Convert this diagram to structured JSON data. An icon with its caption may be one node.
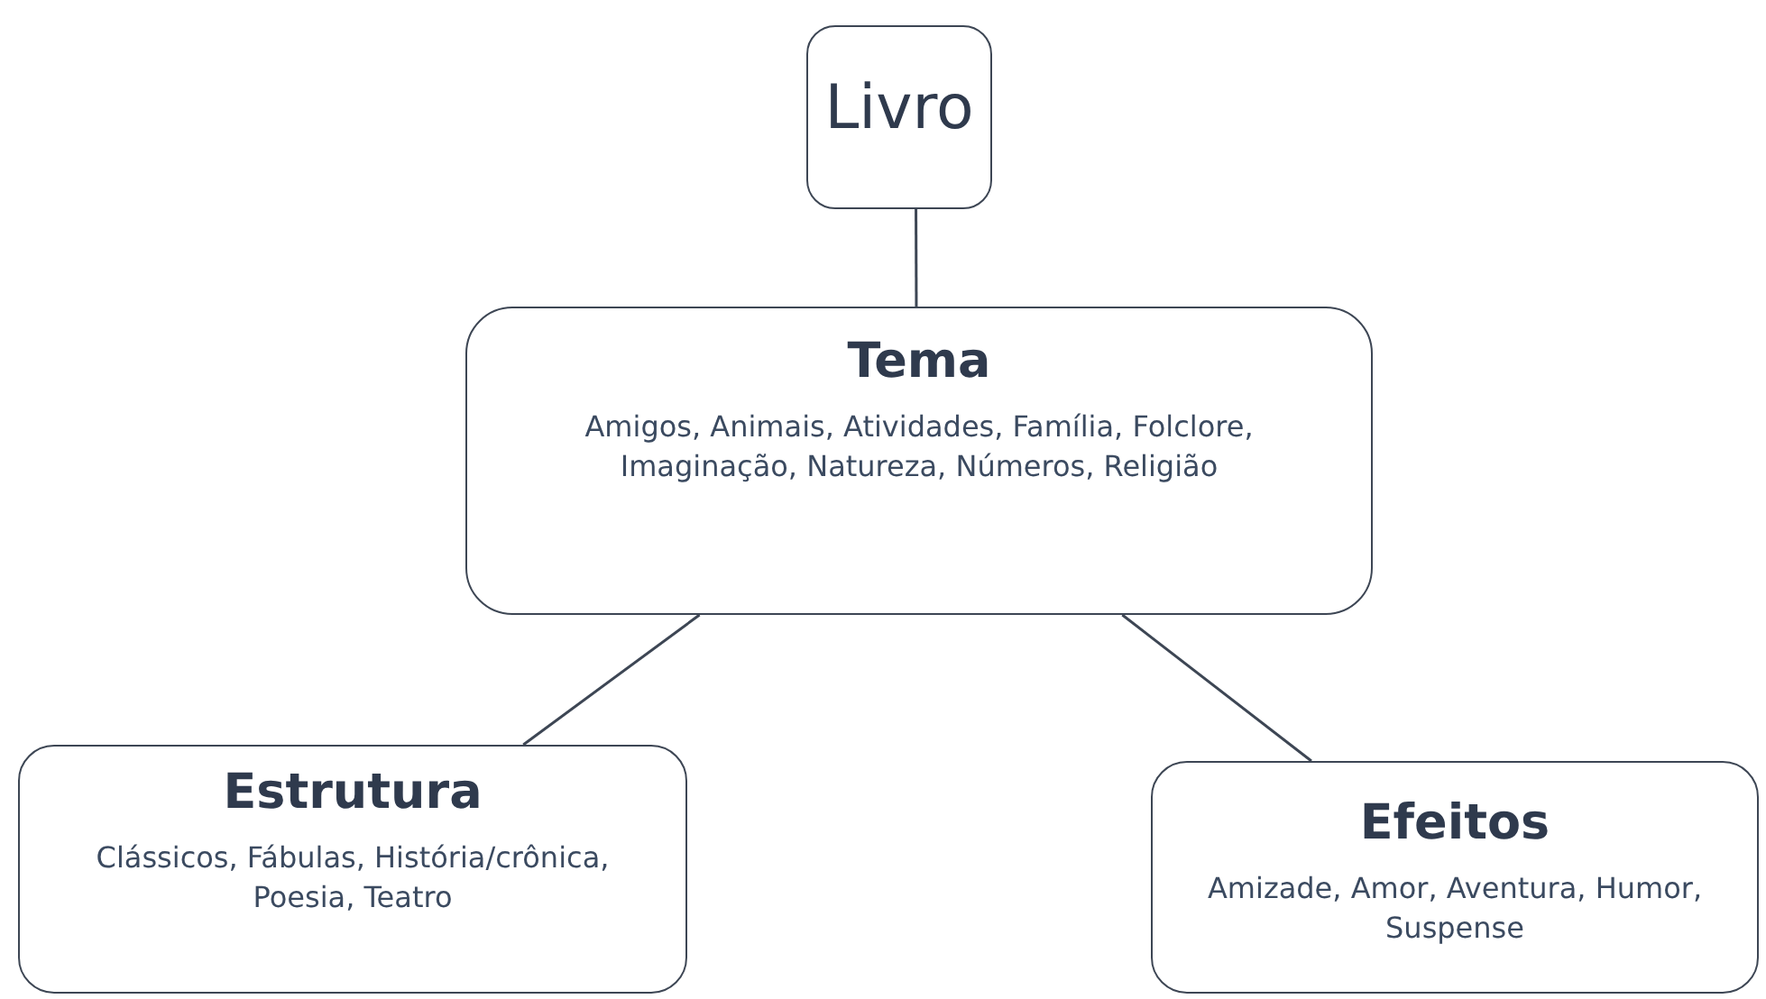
{
  "diagram": {
    "nodes": [
      {
        "text": [
          "Livro"
        ]
      },
      {
        "text": [
          "Tema",
          "Amigos, Animais, Atividades, Família, Folclore, Imaginação, Natureza, Números, Religião"
        ]
      },
      {
        "text": [
          "Estrutura",
          "Clássicos, Fábulas, História/crônica, Poesia, Teatro"
        ]
      },
      {
        "text": [
          "Efeitos",
          "Amizade, Amor, Aventura, Humor, Suspense"
        ]
      }
    ],
    "edges": [
      {
        "from": 0,
        "to": 1,
        "arrow": "none"
      },
      {
        "from": 1,
        "to": 2,
        "arrow": "none"
      },
      {
        "from": 1,
        "to": 3,
        "arrow": "none"
      }
    ]
  }
}
